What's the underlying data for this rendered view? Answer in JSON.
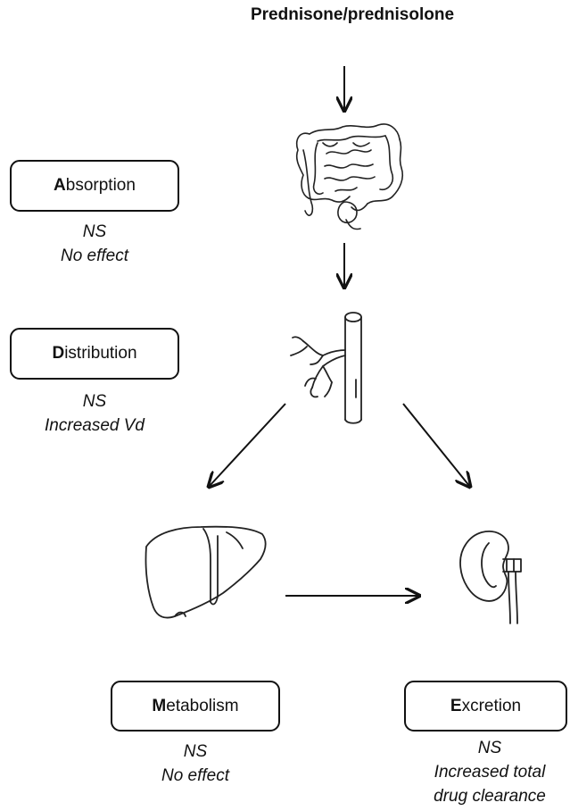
{
  "title": "Prednisone/prednisolone",
  "stages": {
    "absorption": {
      "initial": "A",
      "rest": "bsorption",
      "ns": "NS",
      "effect": "No effect"
    },
    "distribution": {
      "initial": "D",
      "rest": "istribution",
      "ns": "NS",
      "effect": "Increased Vd"
    },
    "metabolism": {
      "initial": "M",
      "rest": "etabolism",
      "ns": "NS",
      "effect": "No effect"
    },
    "excretion": {
      "initial": "E",
      "rest": "xcretion",
      "ns": "NS",
      "effect_line1": "Increased total",
      "effect_line2": "drug clearance"
    }
  },
  "icons": [
    "intestine-icon",
    "blood-vessel-icon",
    "liver-icon",
    "kidney-icon"
  ],
  "colors": {
    "line": "#111111",
    "background": "#ffffff"
  }
}
